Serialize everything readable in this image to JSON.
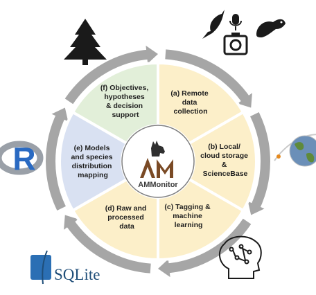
{
  "diagram": {
    "segments": [
      {
        "id": "a",
        "lines": [
          "(a) Remote",
          "data",
          "collection"
        ],
        "fill": "#fcefc9"
      },
      {
        "id": "b",
        "lines": [
          "(b) Local/",
          "cloud storage",
          "&",
          "ScienceBase"
        ],
        "fill": "#fcefc9"
      },
      {
        "id": "c",
        "lines": [
          "(c) Tagging &",
          "machine",
          "learning"
        ],
        "fill": "#fcefc9"
      },
      {
        "id": "d",
        "lines": [
          "(d) Raw and",
          "processed",
          "data"
        ],
        "fill": "#fcefc9"
      },
      {
        "id": "e",
        "lines": [
          "(e) Models",
          "and species",
          "distribution",
          "mapping"
        ],
        "fill": "#d9e1f2"
      },
      {
        "id": "f",
        "lines": [
          "(f) Objectives,",
          "hypotheses",
          "& decision",
          "support"
        ],
        "fill": "#e2efd9"
      }
    ],
    "center_logo": {
      "text": "AMMonitor"
    },
    "outer_ring_color": "#a6a6a6",
    "icons": [
      {
        "name": "pine-tree-icon"
      },
      {
        "name": "bird-icon"
      },
      {
        "name": "microphone-icon"
      },
      {
        "name": "camera-icon"
      },
      {
        "name": "weasel-icon"
      },
      {
        "name": "r-logo-icon",
        "text": "R"
      },
      {
        "name": "globe-icon"
      },
      {
        "name": "sqlite-logo-icon",
        "text": "SQLite"
      },
      {
        "name": "neural-network-icon"
      }
    ]
  }
}
